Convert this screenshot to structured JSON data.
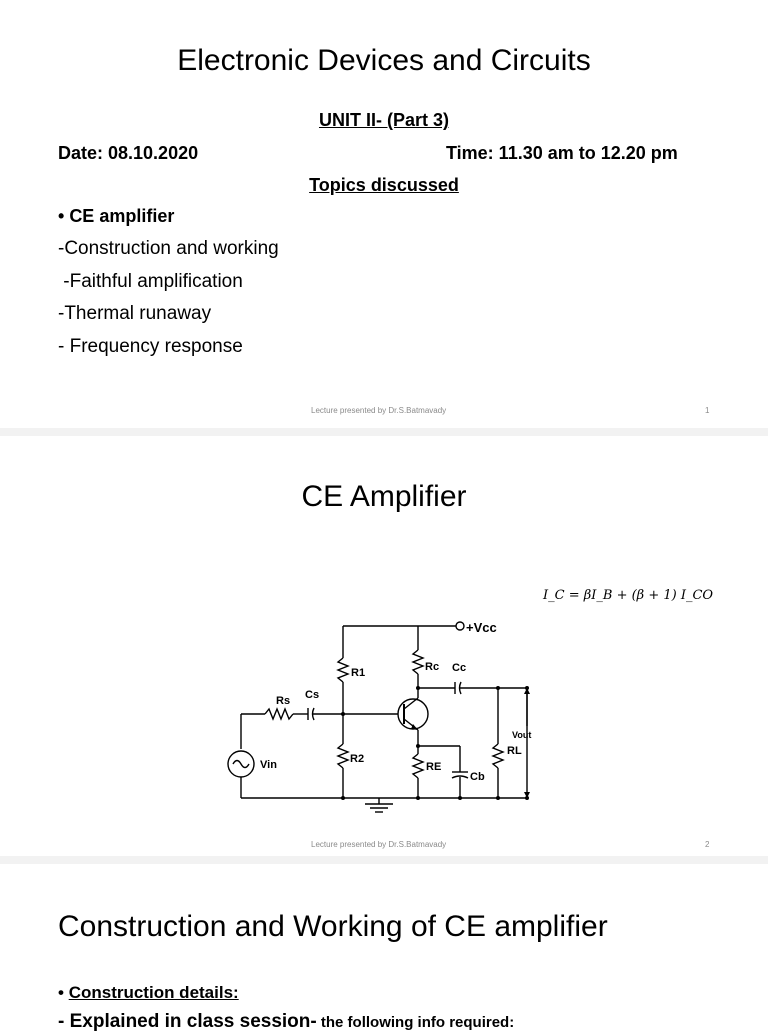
{
  "slide1": {
    "title": "Electronic Devices and Circuits",
    "unit": "UNIT II- (Part 3)",
    "date": "Date: 08.10.2020",
    "time": "Time: 11.30 am to 12.20 pm",
    "topics_heading": "Topics discussed",
    "bullet": "CE amplifier",
    "items": [
      "-Construction and working",
      " -Faithful amplification",
      "-Thermal runaway",
      "- Frequency response"
    ],
    "footer": "Lecture presented by Dr.S.Batmavady",
    "page": "1"
  },
  "slide2": {
    "title": "CE Amplifier",
    "equation": "I_C = βI_B + (β + 1) I_CO",
    "circuit_labels": {
      "vcc": "+Vcc",
      "r1": "R1",
      "rc": "Rc",
      "cc": "Cc",
      "rs": "Rs",
      "cs": "Cs",
      "vin": "Vin",
      "r2": "R2",
      "re": "RE",
      "cb": "Cb",
      "rl": "RL",
      "vout": "Vout"
    },
    "footer": "Lecture presented by Dr.S.Batmavady",
    "page": "2"
  },
  "slide3": {
    "title": "Construction and Working of CE amplifier",
    "bullet": "Construction details:",
    "line2_main": "- Explained in class session-",
    "line2_small": " the following info required:"
  }
}
